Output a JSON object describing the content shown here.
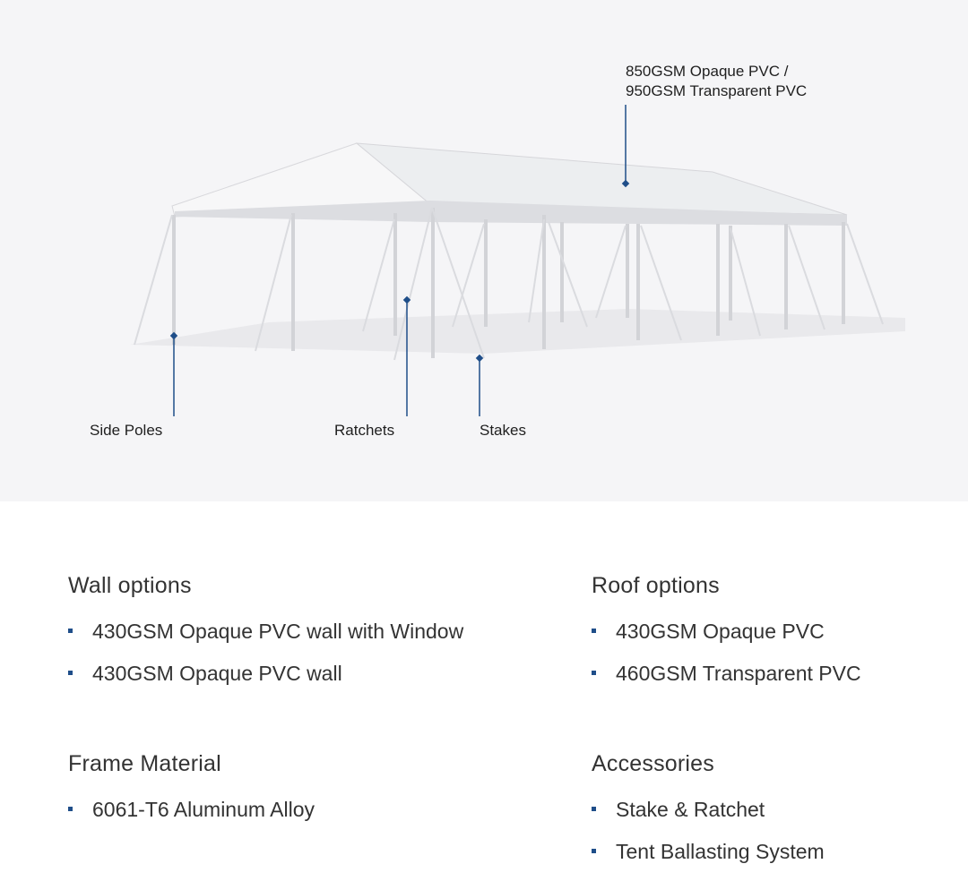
{
  "callouts": {
    "roof_material_line1": "850GSM Opaque PVC /",
    "roof_material_line2": "950GSM Transparent PVC",
    "side_poles": "Side Poles",
    "ratchets": "Ratchets",
    "stakes": "Stakes"
  },
  "specs": {
    "wall_options": {
      "title": "Wall options",
      "items": [
        "430GSM Opaque PVC wall with Window",
        "430GSM Opaque PVC wall"
      ]
    },
    "roof_options": {
      "title": "Roof options",
      "items": [
        "430GSM Opaque PVC",
        "460GSM Transparent PVC"
      ]
    },
    "frame_material": {
      "title": "Frame Material",
      "items": [
        "6061-T6 Aluminum Alloy"
      ]
    },
    "accessories": {
      "title": "Accessories",
      "items": [
        "Stake & Ratchet",
        "Tent Ballasting System"
      ]
    }
  },
  "colors": {
    "accent": "#1f4e89",
    "hero_background": "#f5f5f7",
    "text": "#333333"
  }
}
